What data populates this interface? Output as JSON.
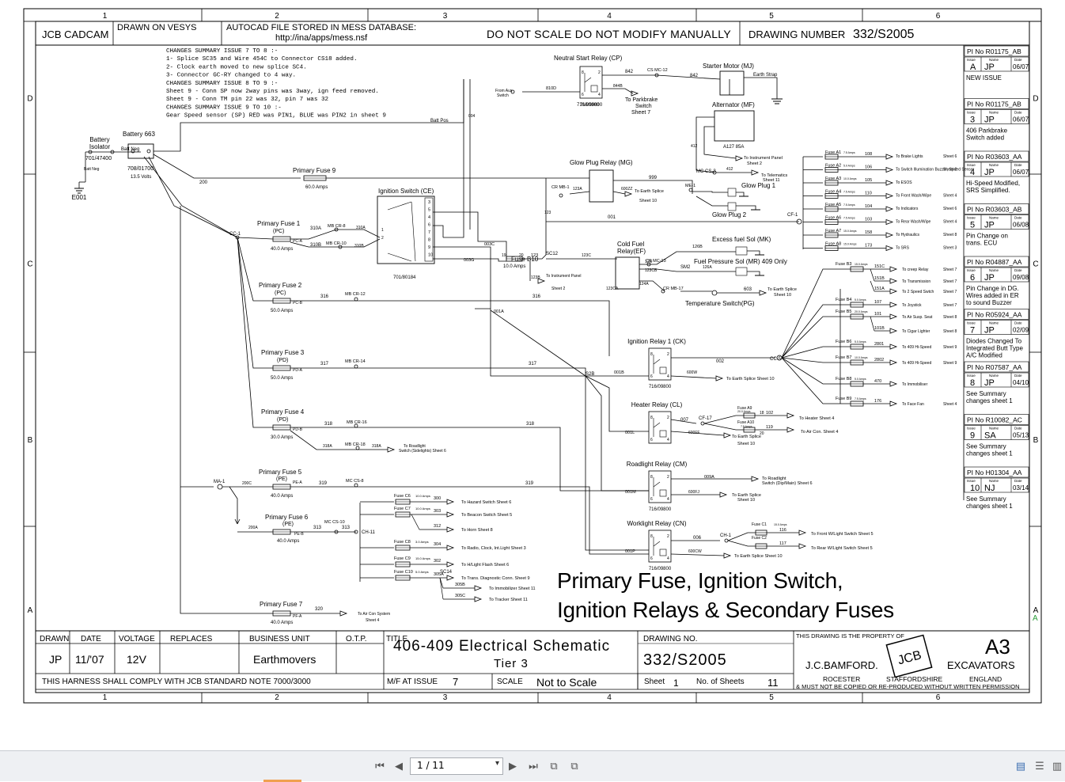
{
  "viewer": {
    "page_value": "1 / 11",
    "buttons": [
      "first-page",
      "previous-page",
      "next-page",
      "last-page",
      "page-view-1",
      "page-view-2"
    ]
  },
  "header": {
    "company": "JCB CADCAM",
    "drawn_on": "DRAWN ON VESYS",
    "autocad_line1": "AUTOCAD FILE STORED IN MESS DATABASE:",
    "autocad_line2": "http://ina/apps/mess.nsf",
    "warning": "DO NOT SCALE DO NOT MODIFY MANUALLY",
    "drawing_number_label": "DRAWING NUMBER",
    "drawing_number": "332/S2005"
  },
  "grid": {
    "columns": [
      "1",
      "2",
      "3",
      "4",
      "5",
      "6"
    ],
    "rows": [
      "D",
      "C",
      "B",
      "A"
    ]
  },
  "changes": [
    "CHANGES SUMMARY ISSUE 7 TO 8 :-",
    "1- Splice SC35 and Wire 454C to Connector CS18 added.",
    "2- Clock earth moved to new splice SC4.",
    "3- Connector GC-RY changed to 4 way.",
    "CHANGES SUMMARY ISSUE 8 TO 9 :-",
    "Sheet 9 - Conn SP now 2way pins was 3way, ign feed removed.",
    "Sheet 9 - Conn TM pin 22 was 32, pin 7 was 32",
    "CHANGES SUMMARY ISSUE 9 TO 10 :-",
    "Gear Speed sensor (SP) RED was PIN1, BLUE was PIN2 in sheet 9"
  ],
  "revisions": [
    {
      "pi": "PI No R01175_AB",
      "issue": "A",
      "name": "JP",
      "date": "06/07",
      "note": [
        "NEW ISSUE"
      ]
    },
    {
      "pi": "PI No R01175_AB",
      "issue": "3",
      "name": "JP",
      "date": "06/07",
      "note": [
        "406 Parkbrake",
        "Switch added"
      ]
    },
    {
      "pi": "PI No R03603_AA",
      "issue": "4",
      "name": "JP",
      "date": "06/07",
      "note": [
        "Hi-Speed Modified,",
        "SRS Simplified."
      ]
    },
    {
      "pi": "PI No R03603_AB",
      "issue": "5",
      "name": "JP",
      "date": "06/08",
      "note": [
        "Pin Change on",
        "trans. ECU"
      ]
    },
    {
      "pi": "PI No R04887_AA",
      "issue": "6",
      "name": "JP",
      "date": "09/08",
      "note": [
        "Pin Change in DG.",
        "Wires added in ER",
        "to sound Buzzer"
      ]
    },
    {
      "pi": "PI No R05924_AA",
      "issue": "7",
      "name": "JP",
      "date": "02/09",
      "note": [
        "Diodes Changed To",
        "Integrated Butt Type",
        "A/C Modified"
      ]
    },
    {
      "pi": "PI No R07587_AA",
      "issue": "8",
      "name": "JP",
      "date": "04/10",
      "note": [
        "See Summary",
        "changes sheet 1"
      ]
    },
    {
      "pi": "PI No R10082_AC",
      "issue": "9",
      "name": "SA",
      "date": "05/13",
      "note": [
        "See Summary",
        "changes sheet 1"
      ]
    },
    {
      "pi": "PI No H01304_AA",
      "issue": "10",
      "name": "NJ",
      "date": "03/14",
      "note": [
        "See Summary",
        "changes sheet 1"
      ]
    }
  ],
  "rev_headings": {
    "issue": "Issue",
    "name": "Name",
    "date": "Date"
  },
  "components": {
    "battery_isolator": [
      "Battery",
      "Isolator"
    ],
    "battery": "Battery 663",
    "battery_part": "708/01700",
    "battery_volts": "13.5 Volts",
    "battery_neg": "Batt Neg",
    "isolator_part": "701/47400",
    "earth": "E001",
    "batt_pos": "Batt Pos",
    "neutral_start_relay": "Neutral Start Relay (CP)",
    "starter_motor": "Starter Motor (MJ)",
    "earth_strap": "Earth Strap",
    "alternator": "Alternator (MF)",
    "alternator_part": "A127 85A",
    "glow_plug_relay": "Glow Plug Relay (MG)",
    "glow_plug_1": "Glow Plug 1",
    "glow_plug_2": "Glow Plug 2",
    "ignition_switch": "Ignition Switch (CE)",
    "ignition_switch_part": "701/80184",
    "cold_fuel_relay": [
      "Cold Fuel",
      "Relay(EF)"
    ],
    "excess_fuel": "Excess fuel Sol (MK)",
    "fuel_pressure": "Fuel Pressure Sol (MR) 409 Only",
    "temp_switch": "Temperature Switch(PG)",
    "ignition_relay_1": "Ignition Relay 1 (CK)",
    "heater_relay": "Heater Relay (CL)",
    "roadlight_relay": "Roadlight Relay (CM)",
    "worklight_relay": "Worklight Relay (CN)",
    "relay_part": "716/09800",
    "fuse_b10": "Fuse B10",
    "fuse_b10_amps": "10.0 Amps"
  },
  "primary_fuses": [
    {
      "name": "Primary Fuse 9",
      "code": "",
      "amps": "60.0 Amps"
    },
    {
      "name": "Primary Fuse 1",
      "code": "(PC)",
      "amps": "40.0 Amps"
    },
    {
      "name": "Primary Fuse 2",
      "code": "(PC)",
      "amps": "50.0 Amps"
    },
    {
      "name": "Primary Fuse 3",
      "code": "(PD)",
      "amps": "50.0 Amps"
    },
    {
      "name": "Primary Fuse 4",
      "code": "(PD)",
      "amps": "30.0 Amps"
    },
    {
      "name": "Primary Fuse 5",
      "code": "(PE)",
      "amps": "40.0 Amps"
    },
    {
      "name": "Primary Fuse 6",
      "code": "(PE)",
      "amps": "40.0 Amps"
    },
    {
      "name": "Primary Fuse 7",
      "code": "",
      "amps": "40.0 Amps"
    }
  ],
  "connectors": [
    "CC-1",
    "MB CR-8",
    "MB CR-10",
    "MB CR-12",
    "MB CR-14",
    "MB CR-16",
    "MB CR-18",
    "MC CS-8",
    "MC CS-10",
    "MA-1",
    "CH-11",
    "CS MC-12",
    "CR MB-1",
    "ME-1",
    "MC CS-3",
    "CS MC-13",
    "CR MB-17",
    "CF-1",
    "CC-5",
    "CF-17",
    "CH-1"
  ],
  "wires": [
    "310A",
    "310B",
    "316",
    "317",
    "318",
    "318A",
    "319",
    "320",
    "200",
    "200C",
    "200A",
    "313",
    "842",
    "844B",
    "810D",
    "999",
    "001",
    "003C",
    "003G",
    "123",
    "123A",
    "123B",
    "123C",
    "124A",
    "126",
    "126B",
    "126A",
    "603",
    "002",
    "001B",
    "001A",
    "007",
    "001L",
    "600FF",
    "009A",
    "001M",
    "600FJ",
    "006",
    "001P",
    "600CW",
    "600W",
    "412",
    "SC12",
    "S2B",
    "SM2",
    "SC14"
  ],
  "secondary_fuses_upper": [
    {
      "name": "Fuse A1",
      "amps": "7.5 Amps",
      "wire": "108",
      "dest": "To Brake Lights",
      "sheet": "Sheet 6"
    },
    {
      "name": "Fuse A2",
      "amps": "5.0 Amps",
      "wire": "106",
      "dest": "To Switch Illumination Buzzer, Speed Sensor",
      "sheet": "Sheet 2"
    },
    {
      "name": "Fuse A3",
      "amps": "10.0 Amps",
      "wire": "105",
      "dest": "To ESOS",
      "sheet": ""
    },
    {
      "name": "Fuse A4",
      "amps": "7.5 Amps",
      "wire": "110",
      "dest": "To Front Wash/Wipe",
      "sheet": "Sheet 4"
    },
    {
      "name": "Fuse A5",
      "amps": "7.5 Amps",
      "wire": "104",
      "dest": "To Indicators",
      "sheet": "Sheet 6"
    },
    {
      "name": "Fuse A6",
      "amps": "7.5 Amps",
      "wire": "103",
      "dest": "To Rear Wash/Wipe",
      "sheet": "Sheet 4"
    },
    {
      "name": "Fuse A7",
      "amps": "15.0 Amps",
      "wire": "158",
      "dest": "To Hydraulics",
      "sheet": "Sheet 8"
    },
    {
      "name": "Fuse A8",
      "amps": "15.0 Amps",
      "wire": "173",
      "dest": "To SRS",
      "sheet": "Sheet 3"
    }
  ],
  "secondary_fuses_mid": [
    {
      "name": "Fuse B3",
      "amps": "15.0 Amps",
      "wire": "151C",
      "dest": "To creep Relay",
      "sheet": "Sheet 7"
    },
    {
      "name": "",
      "amps": "",
      "wire": "151B",
      "dest": "To Transmission",
      "sheet": "Sheet 7"
    },
    {
      "name": "",
      "amps": "",
      "wire": "151A",
      "dest": "To 2 Speed Swtch",
      "sheet": "Sheet 7"
    },
    {
      "name": "Fuse B4",
      "amps": "5.0 Amps",
      "wire": "107",
      "dest": "To Joystick",
      "sheet": "Sheet 7"
    },
    {
      "name": "Fuse B5",
      "amps": "20.0 Amps",
      "wire": "101",
      "dest": "To Air Susp. Seat",
      "sheet": "Sheet 8"
    },
    {
      "name": "",
      "amps": "",
      "wire": "101B",
      "dest": "To Cigar Lighter",
      "sheet": "Sheet 8"
    },
    {
      "name": "Fuse B6",
      "amps": "5.0 Amps",
      "wire": "2801",
      "dest": "To 409 Hi-Speed",
      "sheet": "Sheet 9"
    },
    {
      "name": "Fuse B7",
      "amps": "10.0 Amps",
      "wire": "2802",
      "dest": "To 409 Hi-Speed",
      "sheet": "Sheet 9"
    },
    {
      "name": "Fuse B8",
      "amps": "5.0 Amps",
      "wire": "470",
      "dest": "To Immobiliser",
      "sheet": ""
    },
    {
      "name": "Fuse B9",
      "amps": "7.5 Amps",
      "wire": "176",
      "dest": "To Face Fan",
      "sheet": "Sheet 4"
    }
  ],
  "secondary_fuses_lower": [
    {
      "name": "Fuse C6",
      "amps": "10.0 Amps",
      "wire": "300",
      "dest": "To Hazard Switch Sheet 6"
    },
    {
      "name": "Fuse C7",
      "amps": "10.0 Amps",
      "wire": "303",
      "dest": "To Beacon Switch Sheet 5"
    },
    {
      "name": "",
      "amps": "",
      "wire": "312",
      "dest": "To Horn Sheet 8"
    },
    {
      "name": "Fuse C8",
      "amps": "3.0 Amps",
      "wire": "304",
      "dest": "To Radio, Clock, Int.Light Sheet 3"
    },
    {
      "name": "Fuse C9",
      "amps": "15.0 Amps",
      "wire": "302",
      "dest": "To H/Light Flash Sheet 6"
    },
    {
      "name": "Fuse C10",
      "amps": "5.0 Amps",
      "wire": "305A",
      "dest": "To Trans. Diagnostic Conn. Sheet 9"
    },
    {
      "name": "",
      "amps": "",
      "wire": "305B",
      "dest": "To Immobilizer Sheet 11"
    },
    {
      "name": "",
      "amps": "",
      "wire": "305C",
      "dest": "To Tracker Sheet 11"
    }
  ],
  "destinations": {
    "from_aux": "From Aux Switch",
    "to_parkbrake": [
      "To Parkbrake",
      "Switch",
      "Sheet 7"
    ],
    "to_instrument_panel_2": [
      "To Instrument Panel",
      "Sheet 2"
    ],
    "to_telematics": [
      "To Telematics",
      "Sheet 11"
    ],
    "to_earth_splice_10": [
      "To Earth Splice",
      "Sheet 10"
    ],
    "to_instrument_panel": "To Instrument Panel",
    "to_earth_splice": "To Earth Splice Sheet 10",
    "to_roadlight_switch": [
      "To Roadlight",
      "Switch (Sidelights)  Sheet 6"
    ],
    "to_heater": "To Heater  Sheet 4",
    "to_air_con": "To Air Con. Sheet 4",
    "to_roadlight_dip": [
      "To Roadlight",
      "Switch (Dip/Main) Sheet 6"
    ],
    "to_front_wlight": "To Front W/Light Switch  Sheet 5",
    "to_rear_wlight": "To Rear W/Light Switch  Sheet 5",
    "to_air_con_system": [
      "To Air Con System",
      "Sheet 4"
    ]
  },
  "title_block": {
    "drawn_label": "DRAWN",
    "drawn": "JP",
    "date_label": "DATE",
    "date": "11/'07",
    "voltage_label": "VOLTAGE",
    "voltage": "12V",
    "replaces_label": "REPLACES",
    "business_unit_label": "BUSINESS UNIT",
    "business_unit": "Earthmovers",
    "otp_label": "O.T.P.",
    "title_label": "TITLE",
    "title_line1": "406-409 Electrical Schematic",
    "title_line2": "Tier 3",
    "drawing_no_label": "DRAWING NO.",
    "drawing_no": "332/S2005",
    "property": "THIS DRAWING IS THE PROPERTY OF",
    "company": "J.C.BAMFORD.",
    "size": "A3",
    "division": "EXCAVATORS",
    "address": [
      "ROCESTER",
      "STAFFORDSHIRE",
      "ENGLAND"
    ],
    "copy_notice": "& MUST NOT BE COPIED OR RE-PRODUCED WITHOUT WRITTEN PERMISSION",
    "harness_note": "THIS HARNESS SHALL COMPLY WITH JCB STANDARD NOTE 7000/3000",
    "mf_label": "M/F AT ISSUE",
    "mf": "7",
    "scale_label": "SCALE",
    "scale": "Not to Scale",
    "sheet_label": "Sheet",
    "sheet": "1",
    "sheets_label": "No. of Sheets",
    "sheets": "11",
    "logo": "JCB"
  },
  "watermark": [
    "Primary Fuse, Ignition Switch,",
    "Ignition Relays & Secondary Fuses"
  ]
}
